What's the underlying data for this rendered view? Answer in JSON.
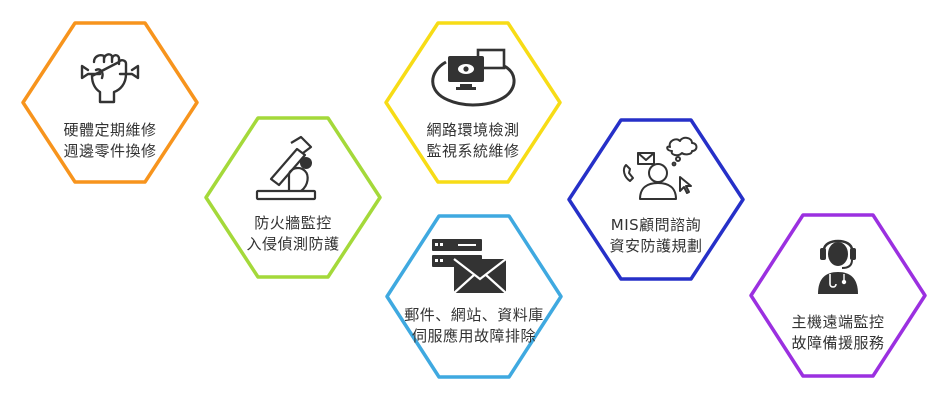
{
  "colors": {
    "orange": "#f7941d",
    "lime": "#a4d93a",
    "yellow": "#f7dc16",
    "cyan": "#3fa9e0",
    "blue": "#2630c8",
    "purple": "#9b30e0",
    "icon": "#333333"
  },
  "services": [
    {
      "id": "hardware",
      "color": "orange",
      "icon": "wrench-fist-icon",
      "line1": "硬體定期維修",
      "line2": "週邊零件換修"
    },
    {
      "id": "firewall",
      "color": "lime",
      "icon": "microscope-icon",
      "line1": "防火牆監控",
      "line2": "入侵偵測防護"
    },
    {
      "id": "network",
      "color": "yellow",
      "icon": "network-monitor-icon",
      "line1": "網路環境檢測",
      "line2": "監視系統維修"
    },
    {
      "id": "server",
      "color": "cyan",
      "icon": "server-mail-icon",
      "line1": "郵件、網站、資料庫",
      "line2": "伺服應用故障排除"
    },
    {
      "id": "mis",
      "color": "blue",
      "icon": "consultant-icon",
      "line1": "MIS顧問諮詢",
      "line2": "資安防護規劃"
    },
    {
      "id": "remote",
      "color": "purple",
      "icon": "support-agent-icon",
      "line1": "主機遠端監控",
      "line2": "故障備援服務"
    }
  ]
}
